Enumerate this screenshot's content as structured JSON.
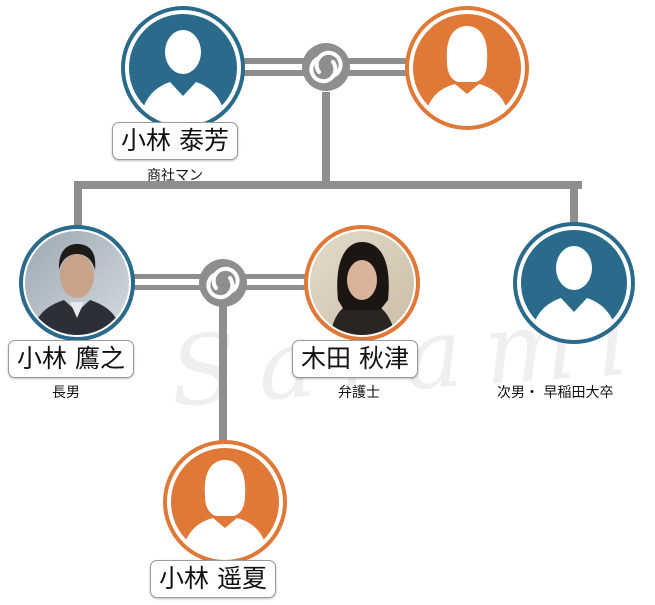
{
  "colors": {
    "male": "#2a6a8a",
    "female": "#e07838",
    "connector": "#8e8e8e",
    "ring": "#ffffff"
  },
  "people": {
    "father": {
      "name": "小林 泰芳",
      "caption": "商社マン",
      "gender": "male",
      "photo": false
    },
    "mother": {
      "gender": "female",
      "photo": false
    },
    "eldest_son": {
      "name": "小林 鷹之",
      "caption": "長男",
      "gender": "male",
      "photo": true
    },
    "wife": {
      "name": "木田 秋津",
      "caption": "弁護士",
      "gender": "female",
      "photo": true
    },
    "second_son": {
      "caption": "次男・ 早稲田大卒",
      "gender": "male",
      "photo": false
    },
    "daughter": {
      "name": "小林 遥夏",
      "gender": "female",
      "photo": false
    }
  },
  "icons": [
    "marriage-ring-icon",
    "person-silhouette-icon"
  ],
  "watermark": "Sarami"
}
